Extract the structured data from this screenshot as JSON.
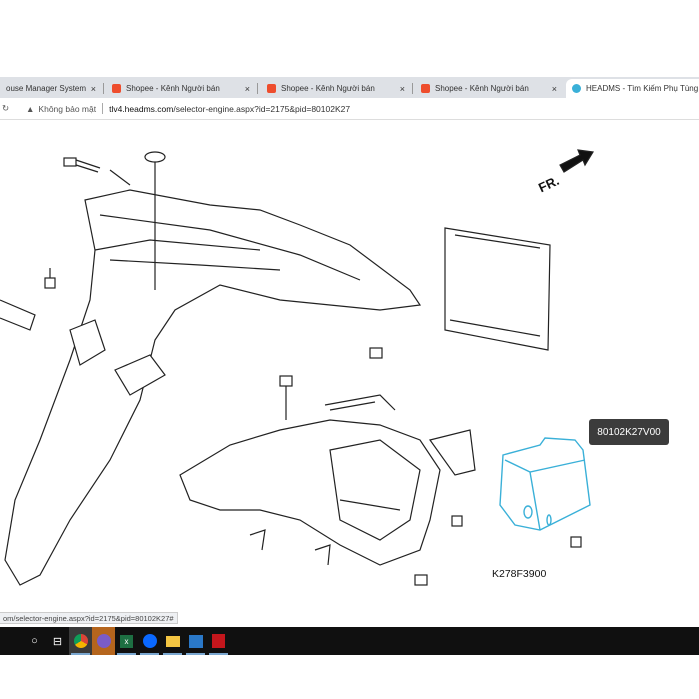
{
  "browser": {
    "tabs": [
      {
        "title": "ouse Manager System",
        "icon": "page-icon",
        "active": false
      },
      {
        "title": "Shopee - Kênh Người bán",
        "icon": "shopee-icon",
        "active": false
      },
      {
        "title": "Shopee - Kênh Người bán",
        "icon": "shopee-icon",
        "active": false
      },
      {
        "title": "Shopee - Kênh Người bán",
        "icon": "shopee-icon",
        "active": false
      },
      {
        "title": "HEADMS - Tìm Kiếm Phụ Tùng",
        "icon": "headms-icon",
        "active": true
      }
    ],
    "close_glyph": "×",
    "security_label": "Không bảo mật",
    "url_host": "tlv4.headms.com",
    "url_path": "/selector-engine.aspx?id=2175&pid=80102K27",
    "status_url": "om/selector-engine.aspx?id=2175&pid=80102K27#"
  },
  "diagram": {
    "direction_label": "FR.",
    "tooltip": "80102K27V00",
    "part_label": "K278F3900",
    "highlight_color": "#3ab0d8"
  },
  "taskbar": {
    "items": [
      "search",
      "task-view",
      "chrome",
      "coccoc",
      "excel",
      "zalo",
      "file-explorer",
      "photos",
      "acrobat"
    ]
  }
}
